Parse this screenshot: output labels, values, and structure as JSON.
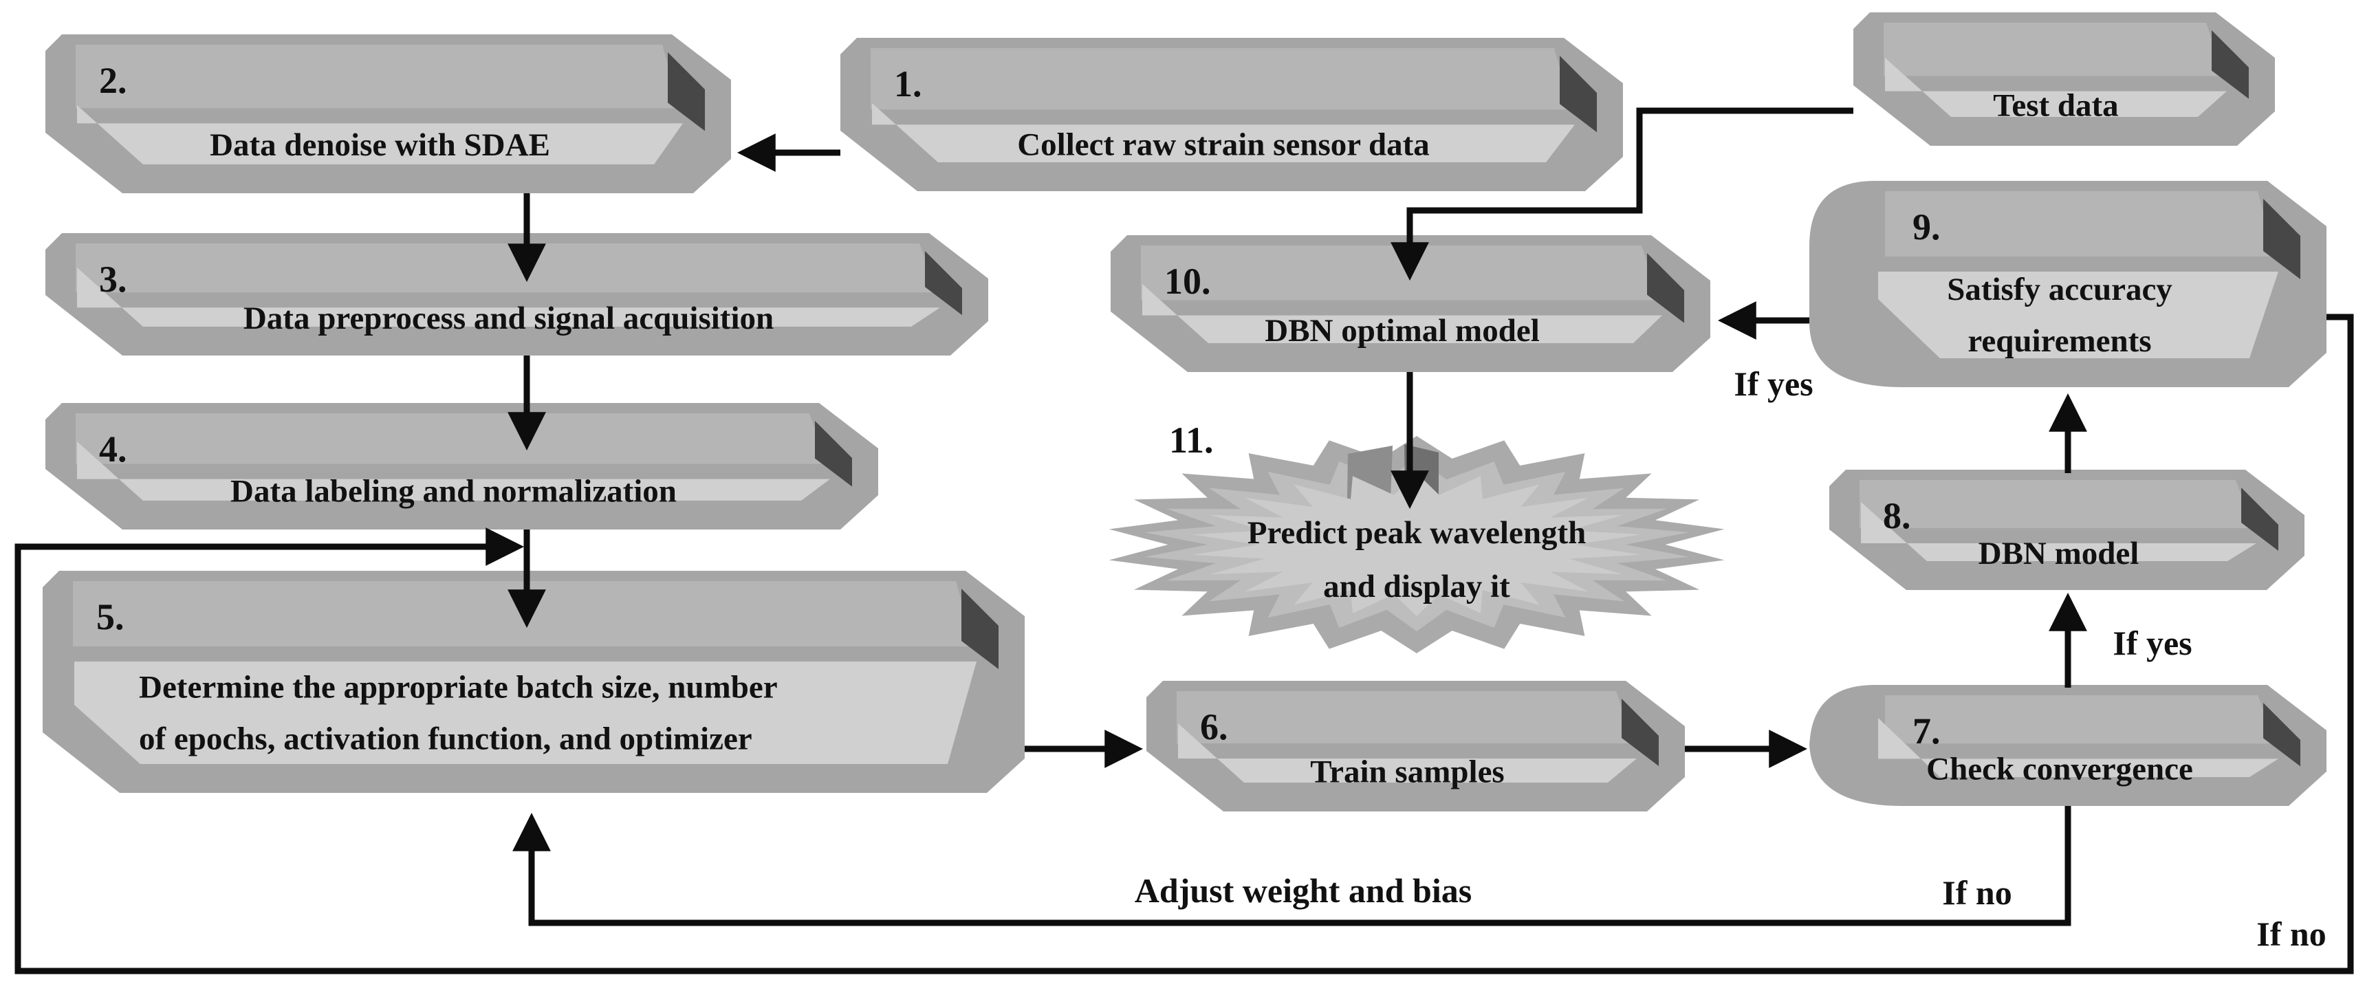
{
  "figure": {
    "description": "Flowchart of DBN-based peak wavelength prediction workflow"
  },
  "nodes": {
    "n1": {
      "number": "1.",
      "label": "Collect raw strain sensor data"
    },
    "n2": {
      "number": "2.",
      "label": "Data denoise with SDAE"
    },
    "n3": {
      "number": "3.",
      "label": "Data preprocess and signal acquisition"
    },
    "n4": {
      "number": "4.",
      "label": "Data labeling and normalization"
    },
    "n5": {
      "number": "5.",
      "lines": [
        "Determine the appropriate batch size, number",
        "of epochs, activation function, and optimizer"
      ]
    },
    "n6": {
      "number": "6.",
      "label": "Train samples"
    },
    "n7": {
      "number": "7.",
      "label": "Check convergence"
    },
    "n8": {
      "number": "8.",
      "label": "DBN model"
    },
    "n9": {
      "number": "9.",
      "lines": [
        "Satisfy accuracy",
        "requirements"
      ]
    },
    "n10": {
      "number": "10.",
      "label": "DBN optimal model"
    },
    "n11": {
      "number": "11.",
      "lines": [
        "Predict peak wavelength",
        "and display it"
      ]
    },
    "test": {
      "label": "Test data"
    }
  },
  "edge_labels": {
    "if_yes_9_10": "If yes",
    "if_yes_7_8": "If yes",
    "if_no_inner": "If no",
    "if_no_outer": "If no",
    "adjust": "Adjust weight and bias"
  },
  "colors": {
    "frame": "#a5a5a5",
    "top_band": "#b5b5b5",
    "light_band": "#d0d0d0",
    "dark_inset": "#474747",
    "burst_ring": "#aaaaaa",
    "burst_panel": "#bdbdbd",
    "burst_fold_dark": "#6f6f6f",
    "burst_fold_mid": "#8d8d8d",
    "burst_center": "#cbcbcb",
    "line": "#0d0d0d",
    "background": "#ffffff"
  }
}
